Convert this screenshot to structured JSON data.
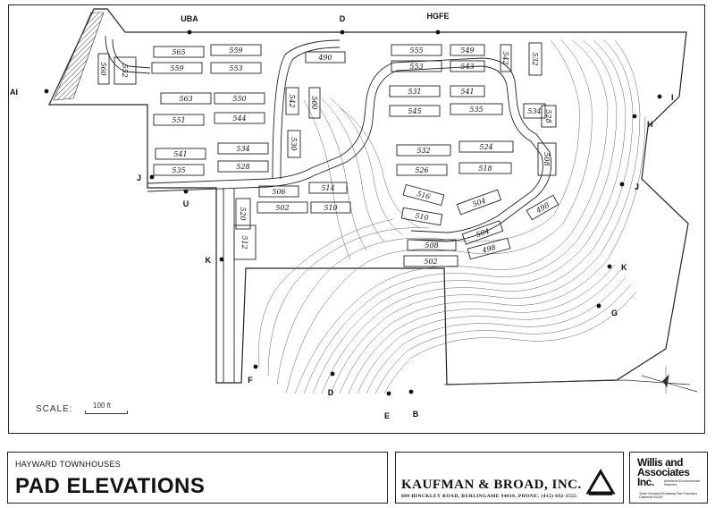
{
  "title_block": {
    "project": "HAYWARD TOWNHOUSES",
    "title": "PAD ELEVATIONS"
  },
  "builder": {
    "name": "KAUFMAN & BROAD, INC.",
    "address": "880 HINCKLEY ROAD, BURLINGAME 94010, PHONE: (415) 692-3555"
  },
  "architect": {
    "name": "Willis and Associates Inc.",
    "subtitle": "Architects Environmental Planners",
    "address": "Three Hundred Broadway San Francisco California 94133"
  },
  "scale": {
    "label": "SCALE:",
    "value": "100 ft"
  },
  "section_markers": [
    {
      "id": "uba",
      "label": "UBA"
    },
    {
      "id": "d-top",
      "label": "D"
    },
    {
      "id": "hgfe",
      "label": "HGFE"
    },
    {
      "id": "ai",
      "label": "AI"
    },
    {
      "id": "i-right",
      "label": "I"
    },
    {
      "id": "h-right",
      "label": "H"
    },
    {
      "id": "j-left",
      "label": "J"
    },
    {
      "id": "u",
      "label": "U"
    },
    {
      "id": "j-right",
      "label": "J"
    },
    {
      "id": "k-left",
      "label": "K"
    },
    {
      "id": "k-right",
      "label": "K"
    },
    {
      "id": "g",
      "label": "G"
    },
    {
      "id": "f",
      "label": "F"
    },
    {
      "id": "d-bottom",
      "label": "D"
    },
    {
      "id": "e",
      "label": "E"
    },
    {
      "id": "b",
      "label": "B"
    }
  ],
  "pads": [
    {
      "id": "565",
      "label": "565"
    },
    {
      "id": "559a",
      "label": "559"
    },
    {
      "id": "559b",
      "label": "559"
    },
    {
      "id": "553",
      "label": "553"
    },
    {
      "id": "560",
      "label": "560"
    },
    {
      "id": "552",
      "label": "552"
    },
    {
      "id": "563",
      "label": "563"
    },
    {
      "id": "551",
      "label": "551"
    },
    {
      "id": "550",
      "label": "550"
    },
    {
      "id": "544a",
      "label": "544"
    },
    {
      "id": "541",
      "label": "541"
    },
    {
      "id": "534a",
      "label": "534"
    },
    {
      "id": "535",
      "label": "535"
    },
    {
      "id": "528",
      "label": "528"
    },
    {
      "id": "542",
      "label": "542"
    },
    {
      "id": "530",
      "label": "530"
    },
    {
      "id": "500",
      "label": "500"
    },
    {
      "id": "490",
      "label": "490"
    },
    {
      "id": "555",
      "label": "555"
    },
    {
      "id": "549",
      "label": "549"
    },
    {
      "id": "553b",
      "label": "553"
    },
    {
      "id": "543",
      "label": "543"
    },
    {
      "id": "545",
      "label": "545"
    },
    {
      "id": "531",
      "label": "531"
    },
    {
      "id": "541b",
      "label": "541"
    },
    {
      "id": "535b",
      "label": "535"
    },
    {
      "id": "532",
      "label": "532"
    },
    {
      "id": "524",
      "label": "524"
    },
    {
      "id": "526",
      "label": "526"
    },
    {
      "id": "518",
      "label": "518"
    },
    {
      "id": "542b",
      "label": "542"
    },
    {
      "id": "532b",
      "label": "532"
    },
    {
      "id": "534b",
      "label": "534"
    },
    {
      "id": "528b",
      "label": "528"
    },
    {
      "id": "508",
      "label": "508"
    },
    {
      "id": "506",
      "label": "506"
    },
    {
      "id": "502",
      "label": "502"
    },
    {
      "id": "514",
      "label": "514"
    },
    {
      "id": "510",
      "label": "510"
    },
    {
      "id": "520",
      "label": "520"
    },
    {
      "id": "512",
      "label": "512"
    },
    {
      "id": "516",
      "label": "516"
    },
    {
      "id": "510b",
      "label": "510"
    },
    {
      "id": "504",
      "label": "504"
    },
    {
      "id": "498",
      "label": "498"
    },
    {
      "id": "508b",
      "label": "508"
    },
    {
      "id": "502b",
      "label": "502"
    },
    {
      "id": "498b",
      "label": "498"
    },
    {
      "id": "504b",
      "label": "504"
    }
  ]
}
